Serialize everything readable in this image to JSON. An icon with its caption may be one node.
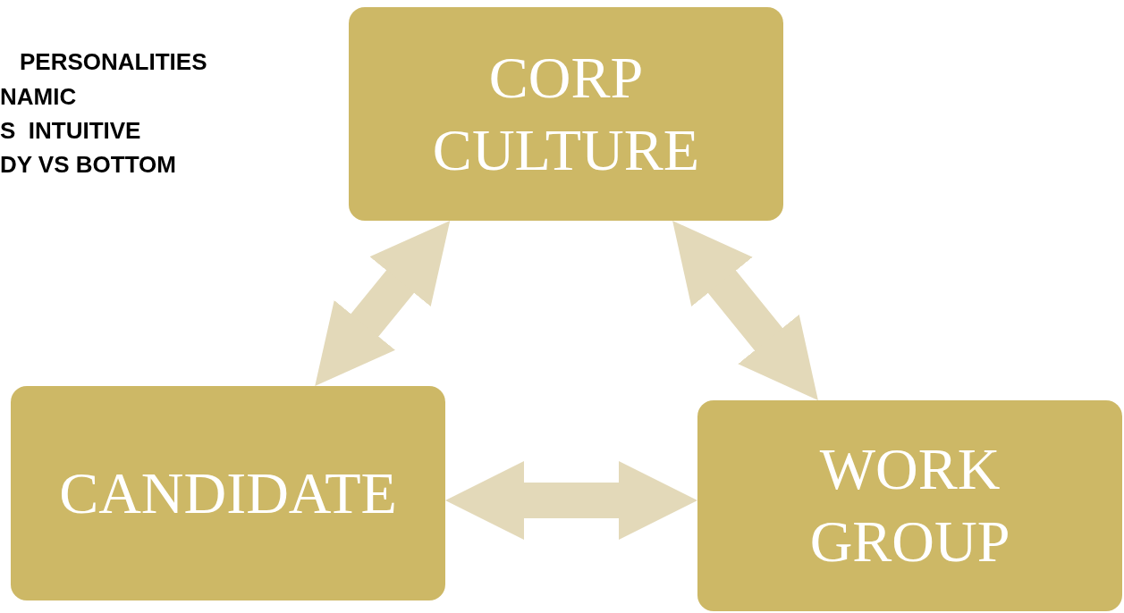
{
  "diagram": {
    "nodes": [
      {
        "text": [
          "CORP CULTURE"
        ]
      },
      {
        "text": [
          "CANDIDATE"
        ]
      },
      {
        "text": [
          "WORK GROUP"
        ]
      }
    ],
    "edges": [
      {
        "from": 1,
        "to": 0,
        "arrow": "both"
      },
      {
        "from": 0,
        "to": 2,
        "arrow": "both"
      },
      {
        "from": 1,
        "to": 2,
        "arrow": "both"
      }
    ],
    "labels": [
      "PERSONALITIES",
      "NAMIC",
      "S  INTUITIVE",
      "DY VS BOTTOM"
    ]
  }
}
